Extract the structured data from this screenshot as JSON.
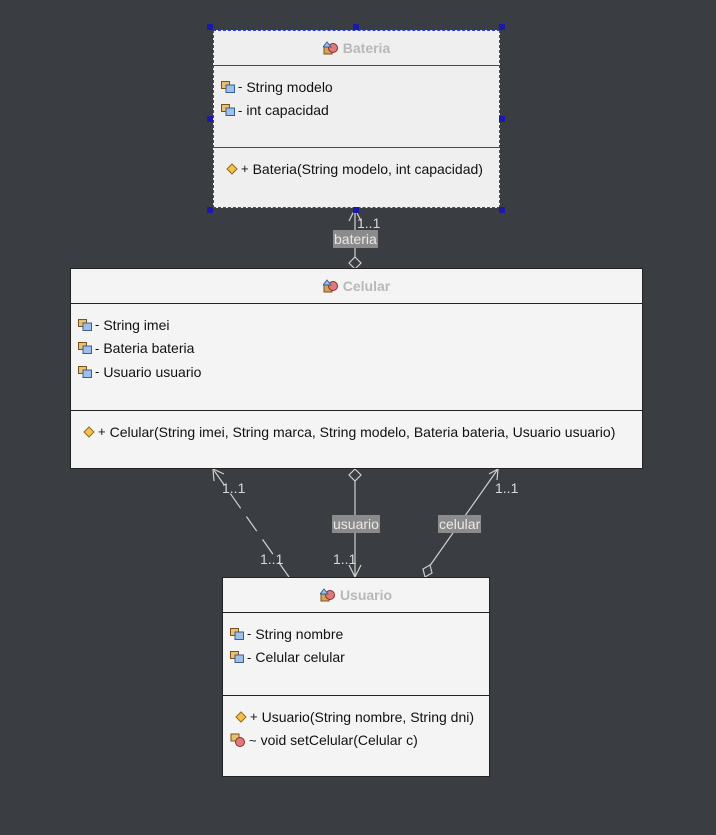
{
  "classes": {
    "bateria": {
      "name": "Bateria",
      "attributes": [
        {
          "vis": "-",
          "text": "String modelo"
        },
        {
          "vis": "-",
          "text": "int capacidad"
        }
      ],
      "operations": [
        {
          "vis": "+",
          "text": "Bateria(String modelo, int capacidad)",
          "kind": "constructor"
        }
      ]
    },
    "celular": {
      "name": "Celular",
      "attributes": [
        {
          "vis": "-",
          "text": "String imei"
        },
        {
          "vis": "-",
          "text": "Bateria bateria"
        },
        {
          "vis": "-",
          "text": "Usuario usuario"
        }
      ],
      "operations": [
        {
          "vis": "+",
          "text": "Celular(String imei, String marca, String modelo, Bateria bateria, Usuario usuario)",
          "kind": "constructor"
        }
      ]
    },
    "usuario": {
      "name": "Usuario",
      "attributes": [
        {
          "vis": "-",
          "text": "String nombre"
        },
        {
          "vis": "-",
          "text": "Celular celular"
        }
      ],
      "operations": [
        {
          "vis": "+",
          "text": "Usuario(String nombre, String dni)",
          "kind": "constructor"
        },
        {
          "vis": "~",
          "text": "void setCelular(Celular c)",
          "kind": "method"
        }
      ]
    }
  },
  "associations": {
    "bateria": {
      "role": "bateria",
      "multiplicity": "1..1"
    },
    "usuario": {
      "role": "usuario",
      "multiplicity": "1..1"
    },
    "celular": {
      "role": "celular",
      "multiplicity": "1..1"
    },
    "dependency": {
      "mult_source": "1..1",
      "mult_target": "1..1"
    }
  },
  "colors": {
    "background": "#3a3d41",
    "class_fill": "#f4f4f4",
    "selection": "#2a3fd6",
    "connector": "#d0d0d0"
  }
}
